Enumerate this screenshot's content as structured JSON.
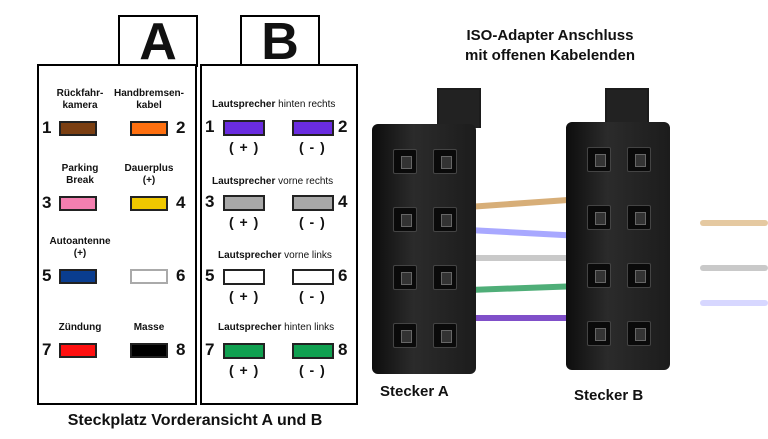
{
  "connector_a": {
    "letter": "A",
    "pins": [
      {
        "num": "1",
        "label": "Rückfahr-\nkamera",
        "color": "#7b3f12"
      },
      {
        "num": "2",
        "label": "Handbremsen-\nkabel",
        "color": "#ff7010"
      },
      {
        "num": "3",
        "label": "Parking\nBreak",
        "color": "#f47fb0"
      },
      {
        "num": "4",
        "label": "Dauerplus\n(+)",
        "color": "#f0c800"
      },
      {
        "num": "5",
        "label": "Autoantenne\n(+)",
        "color": "#0a3d8f"
      },
      {
        "num": "6",
        "label": "",
        "color": "#ffffff"
      },
      {
        "num": "7",
        "label": "Zündung",
        "color": "#ff1010"
      },
      {
        "num": "8",
        "label": "Masse",
        "color": "#000000"
      }
    ]
  },
  "connector_b": {
    "letter": "B",
    "groups": [
      {
        "label_bold": "Lautsprecher",
        "label_rest": " hinten rechts",
        "left": "1",
        "right": "2",
        "color": "#6a2ce0"
      },
      {
        "label_bold": "Lautsprecher",
        "label_rest": " vorne rechts",
        "left": "3",
        "right": "4",
        "color": "#a8a8a8"
      },
      {
        "label_bold": "Lautsprecher",
        "label_rest": " vorne links",
        "left": "5",
        "right": "6",
        "color": "#ffffff"
      },
      {
        "label_bold": "Lautsprecher",
        "label_rest": " hinten links",
        "left": "7",
        "right": "8",
        "color": "#10a050"
      }
    ],
    "pos_label": "( + )",
    "neg_label": "( - )"
  },
  "footer_title": "Steckplatz Vorderansicht A und B",
  "photo": {
    "title_line1": "ISO-Adapter Anschluss",
    "title_line2": "mit offenen Kabelenden",
    "caption_a": "Stecker A",
    "caption_b": "Stecker B"
  }
}
